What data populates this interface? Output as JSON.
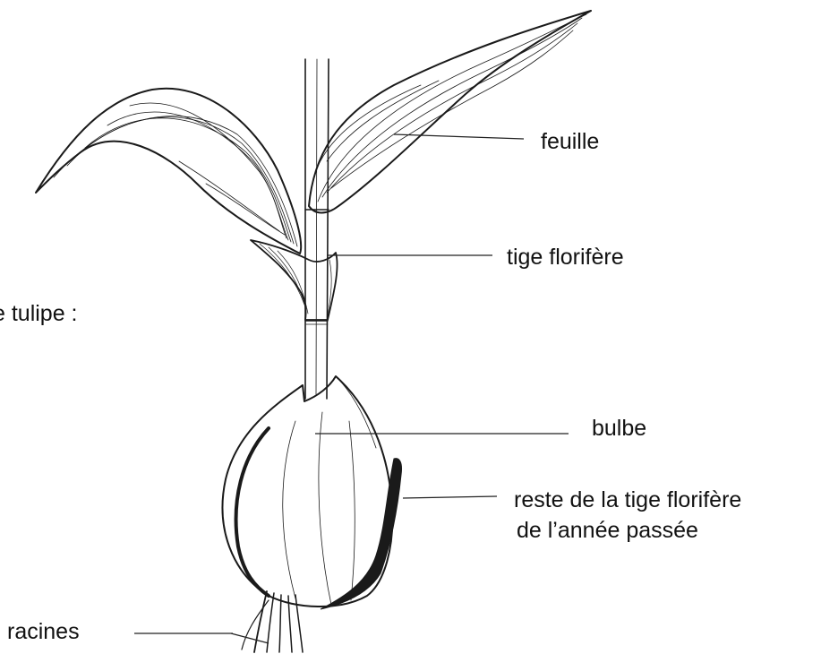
{
  "labels": {
    "title_fragment": "e tulipe :",
    "feuille": "feuille",
    "tige": "tige florifère",
    "bulbe": "bulbe",
    "reste_line1": "reste de la tige florifère",
    "reste_line2": "de l’année passée",
    "racines": "racines"
  },
  "colors": {
    "ink": "#1a1a1a",
    "background": "#ffffff"
  }
}
